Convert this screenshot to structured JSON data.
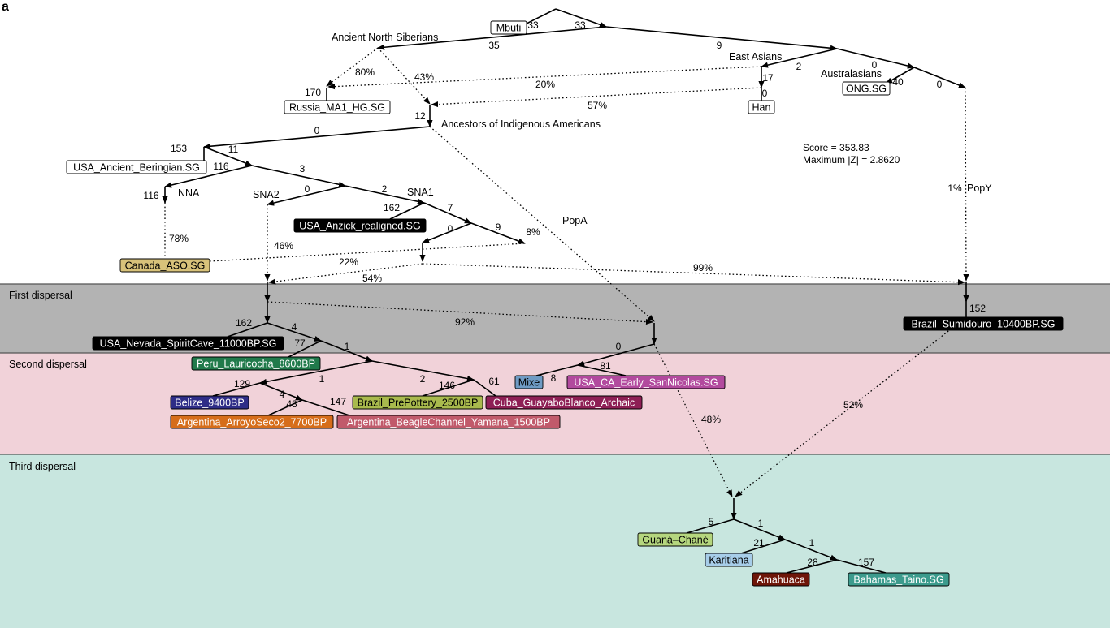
{
  "panel_letter": "a",
  "bands": [
    {
      "label": "First dispersal",
      "color": "#b3b3b3"
    },
    {
      "label": "Second dispersal",
      "color": "#f1d2d9"
    },
    {
      "label": "Third dispersal",
      "color": "#c8e6df"
    }
  ],
  "score": {
    "line1": "Score = 353.83",
    "line2": "Maximum |Z| = 2.8620"
  },
  "nodes": {
    "Mbuti": "Mbuti",
    "Russia_MA1_HG.SG": "Russia_MA1_HG.SG",
    "Han": "Han",
    "ONG.SG": "ONG.SG",
    "USA_Ancient_Beringian.SG": "USA_Ancient_Beringian.SG",
    "USA_Anzick_realigned.SG": "USA_Anzick_realigned.SG",
    "Canada_ASO.SG": "Canada_ASO.SG",
    "USA_Nevada_SpiritCave_11000BP.SG": "USA_Nevada_SpiritCave_11000BP.SG",
    "Brazil_Sumidouro_10400BP.SG": "Brazil_Sumidouro_10400BP.SG",
    "Peru_Lauricocha_8600BP": "Peru_Lauricocha_8600BP",
    "Mixe": "Mixe",
    "USA_CA_Early_SanNicolas.SG": "USA_CA_Early_SanNicolas.SG",
    "Belize_9400BP": "Belize_9400BP",
    "Brazil_PrePottery_2500BP": "Brazil_PrePottery_2500BP",
    "Cuba_GuayaboBlanco_Archaic": "Cuba_GuayaboBlanco_Archaic",
    "Argentina_ArroyoSeco2_7700BP": "Argentina_ArroyoSeco2_7700BP",
    "Argentina_BeagleChannel_Yamana_1500BP": "Argentina_BeagleChannel_Yamana_1500BP",
    "Guana_Chane": "Guaná–Chané",
    "Karitiana": "Karitiana",
    "Amahuaca": "Amahuaca",
    "Bahamas_Taino.SG": "Bahamas_Taino.SG"
  },
  "node_colors": {
    "white": "#ffffff",
    "black": "#000000",
    "canada": "#d8c27a",
    "green_dark": "#217a4b",
    "purple": "#b24a9e",
    "steelblue": "#6f9bc4",
    "navy": "#2e2d87",
    "olive": "#a9ba4d",
    "maroon": "#8e1f55",
    "orange": "#d66d1a",
    "rose": "#c15a6b",
    "lightgreen": "#b5d67e",
    "lightblue": "#a7cde9",
    "darkred": "#6e1508",
    "teal": "#3c9b8d"
  },
  "internal_labels": [
    "Ancient North Siberians",
    "East Asians",
    "Australasians",
    "Ancestors of Indigenous Americans",
    "NNA",
    "SNA2",
    "SNA1",
    "PopA",
    "PopY"
  ],
  "drift_values": [
    "33",
    "33",
    "35",
    "9",
    "2",
    "0",
    "17",
    "0",
    "40",
    "0",
    "170",
    "12",
    "0",
    "153",
    "11",
    "116",
    "116",
    "3",
    "0",
    "2",
    "162",
    "7",
    "0",
    "9",
    "162",
    "4",
    "77",
    "1",
    "0",
    "152",
    "1",
    "2",
    "146",
    "61",
    "8",
    "81",
    "129",
    "4",
    "48",
    "147",
    "5",
    "1",
    "21",
    "1",
    "28",
    "157"
  ],
  "admixture_percents": [
    "80%",
    "43%",
    "20%",
    "57%",
    "78%",
    "46%",
    "22%",
    "8%",
    "99%",
    "54%",
    "92%",
    "1%",
    "52%",
    "48%"
  ]
}
